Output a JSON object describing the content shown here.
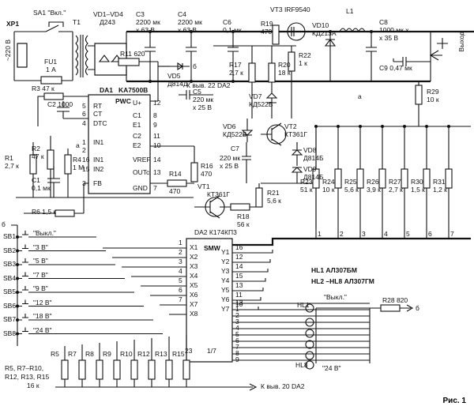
{
  "figure_caption": "Рис. 1",
  "top_bus": {
    "xp1": "XP1",
    "mains": "~220 В",
    "sa1": "SA1 \"Вкл.\"",
    "t1": "T1",
    "fu1": "FU1",
    "fu1_rating": "1 А",
    "vd1_4": "VD1–VD4",
    "vd1_4_type": "Д243",
    "c3": "C3",
    "c3_val": "2200 мк",
    "c3_v": "x 63 В",
    "c4": "C4",
    "c4_val": "2200 мк",
    "c4_v": "x 63 В",
    "c6": "C6",
    "c6_val": "0,1 мк",
    "r19": "R19",
    "r19_val": "470",
    "vt3": "VT3 IRF9540",
    "vd10": "VD10",
    "vd10_type": "КД213А",
    "l1": "L1",
    "c8": "C8",
    "c8_val": "1000 мк x",
    "c8_v": "x 35 В",
    "out": "Выход",
    "c9": "C9 0,47 мк",
    "r11": "R11 620",
    "r22": "R22",
    "r22_val": "1 к",
    "r29": "R29",
    "r29_val": "10 к"
  },
  "control": {
    "vd5": "VD5",
    "vd5_type": "Д814Д",
    "to_pin22": "К выв. 22 DA2",
    "six": "б",
    "r17": "R17",
    "r17_val": "2,7 к",
    "r20": "R20",
    "r20_val": "18 к",
    "r3": "R3 47 к",
    "c2": "C2 1000",
    "da1": "DA1",
    "ka7500b": "KA7500B",
    "c5": "C5",
    "c5_val": "220 мк",
    "c5_v": "x 25 В",
    "vd7": "VD7",
    "vd7_type": "КД522Б",
    "vd6": "VD6",
    "vd6_type": "КД522Б",
    "c7": "C7",
    "c7_val": "220 мк",
    "c7_v": "x 25 В",
    "vt2": "VT2",
    "vt2_type": "КТ361Г",
    "vd8": "VD8",
    "vd8_type": "Д814Б",
    "vd9": "VD9",
    "vd9_type": "Д814Б",
    "r1": "R1",
    "r1_val": "2,7 к",
    "r2": "R2",
    "r2_val": "47 к",
    "r4": "R4",
    "r4_val": "1 М",
    "c1": "C1",
    "c1_val": "0,1 мк",
    "r14": "R14",
    "r14_val": "470",
    "r16": "R16",
    "r16_val": "470",
    "vt1": "VT1",
    "vt1_type": "КТ361Г",
    "r21": "R21",
    "r21_val": "5,6 к",
    "r18": "R18",
    "r18_val": "56 к",
    "r6": "R6 1,5 к",
    "a": "а",
    "pins_left": [
      "5",
      "6",
      "4",
      "1",
      "2",
      "16",
      "15",
      "3"
    ],
    "pins_left_names": [
      "RT",
      "CT",
      "DTC",
      "IN1",
      "",
      "IN1",
      "IN2",
      "FB"
    ],
    "pins_right": [
      "12",
      "8",
      "9",
      "11",
      "10",
      "14",
      "13",
      "7"
    ],
    "pins_right_names": [
      "U+",
      "C1",
      "E1",
      "C2",
      "E2",
      "VREF",
      "OUTc",
      "GND"
    ],
    "pwc": "PWC"
  },
  "divider": {
    "resistors": [
      "R23",
      "R24",
      "R25",
      "R26",
      "R27",
      "R30",
      "R31"
    ],
    "values": [
      "51 к",
      "10 к",
      "5,6 к",
      "3,9 к",
      "2,7 к",
      "1,5 к",
      "1,2 к"
    ],
    "nums": [
      "1",
      "2",
      "3",
      "4",
      "5",
      "6",
      "7"
    ]
  },
  "da2": {
    "title": "DA2 К174КП3",
    "smw": "SMW",
    "x_pins": [
      "X1",
      "X2",
      "X3",
      "X4",
      "X5",
      "X6",
      "X7",
      "X8"
    ],
    "x_nums": [
      "1",
      "2",
      "3",
      "4",
      "5",
      "6",
      "7"
    ],
    "y_pins": [
      "Y1",
      "Y2",
      "Y3",
      "Y4",
      "Y5",
      "Y6",
      "Y7"
    ],
    "y_nums": [
      "16",
      "12",
      "14",
      "15",
      "13",
      "11",
      "10"
    ],
    "out_nums": [
      "13",
      "1",
      "2",
      "3",
      "4",
      "5",
      "6",
      "7",
      "8",
      "9"
    ],
    "pin23": "23",
    "pin17": "1/7",
    "to_pin20": "К выв. 20 DA2"
  },
  "switches": {
    "labels": [
      "SB1",
      "SB2",
      "SB3",
      "SB4",
      "SB5",
      "SB6",
      "SB7",
      "SB8"
    ],
    "texts": [
      "\"Выкл.\"",
      "\"3 В\"",
      "\"5 В\"",
      "\"7 В\"",
      "\"9 В\"",
      "\"12 В\"",
      "\"18 В\"",
      "\"24 В\""
    ],
    "six": "б"
  },
  "bottom_res": {
    "labels": [
      "R5",
      "R7",
      "R8",
      "R9",
      "R10",
      "R12",
      "R13",
      "R15"
    ],
    "note1": "R5, R7–R10,",
    "note2": "R12, R13, R15",
    "note3": "16 к"
  },
  "leds": {
    "hl1_type": "HL1  АЛ307БМ",
    "hl2_8_type": "HL2 –HL8  АЛ307ГМ",
    "hl1": "HL1",
    "hl1_text": "\"Выкл.\"",
    "hl8": "HL8",
    "hl8_text": "\"24 В\"",
    "r28": "R28 820",
    "six": "б"
  }
}
